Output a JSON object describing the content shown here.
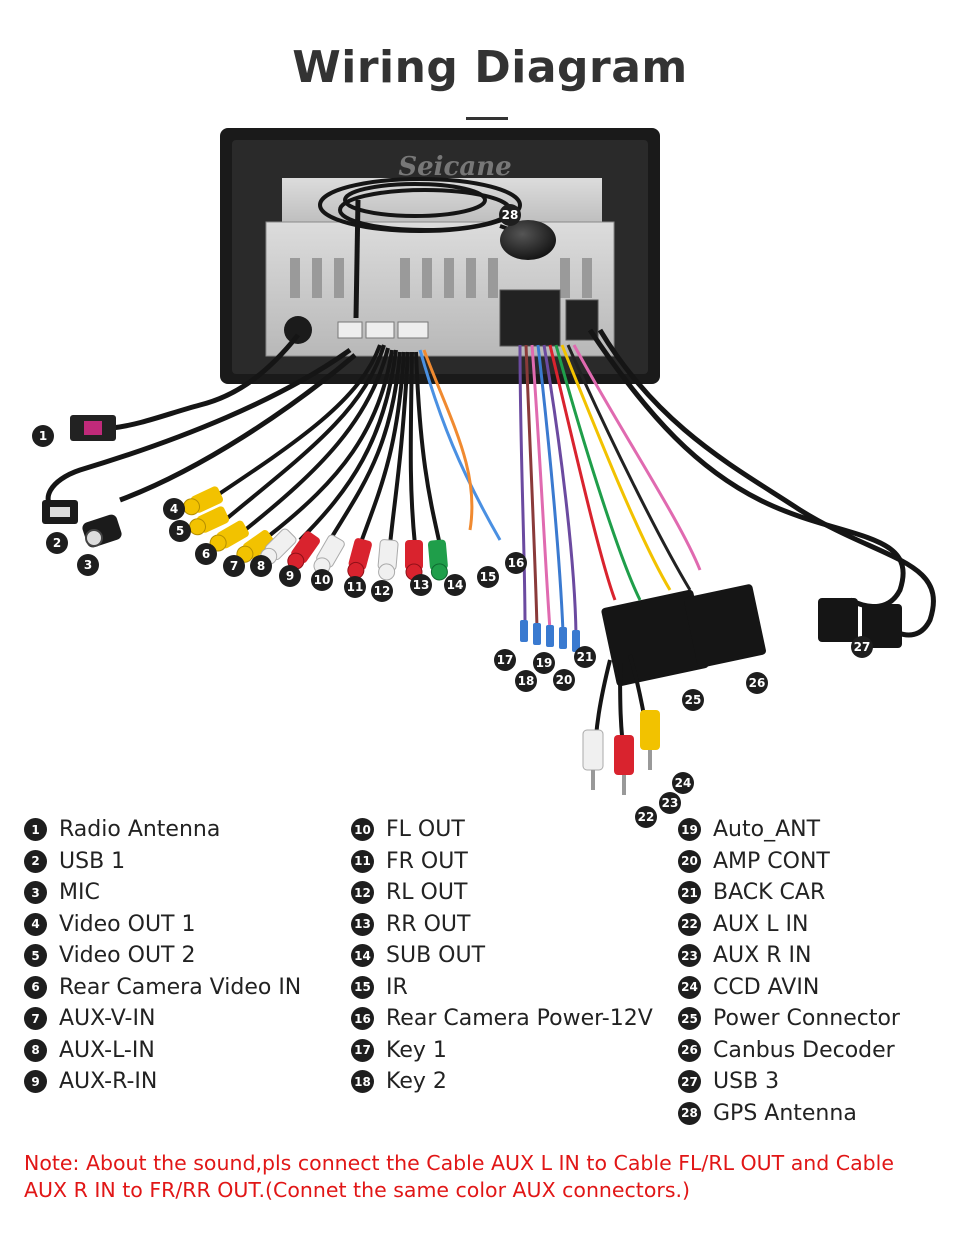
{
  "title": "Wiring Diagram",
  "brand_watermark": "Seicane",
  "legend": {
    "col1": [
      {
        "n": "1",
        "label": "Radio Antenna"
      },
      {
        "n": "2",
        "label": "USB 1"
      },
      {
        "n": "3",
        "label": "MIC"
      },
      {
        "n": "4",
        "label": "Video OUT 1"
      },
      {
        "n": "5",
        "label": "Video OUT 2"
      },
      {
        "n": "6",
        "label": "Rear Camera Video IN"
      },
      {
        "n": "7",
        "label": "AUX-V-IN"
      },
      {
        "n": "8",
        "label": "AUX-L-IN"
      },
      {
        "n": "9",
        "label": "AUX-R-IN"
      }
    ],
    "col2": [
      {
        "n": "10",
        "label": "FL OUT"
      },
      {
        "n": "11",
        "label": "FR OUT"
      },
      {
        "n": "12",
        "label": "RL OUT"
      },
      {
        "n": "13",
        "label": "RR OUT"
      },
      {
        "n": "14",
        "label": "SUB OUT"
      },
      {
        "n": "15",
        "label": "IR"
      },
      {
        "n": "16",
        "label": "Rear Camera Power-12V"
      },
      {
        "n": "17",
        "label": "Key 1"
      },
      {
        "n": "18",
        "label": "Key 2"
      }
    ],
    "col3": [
      {
        "n": "19",
        "label": "Auto_ANT"
      },
      {
        "n": "20",
        "label": "AMP CONT"
      },
      {
        "n": "21",
        "label": "BACK CAR"
      },
      {
        "n": "22",
        "label": "AUX L IN"
      },
      {
        "n": "23",
        "label": "AUX R IN"
      },
      {
        "n": "24",
        "label": "CCD AVIN"
      },
      {
        "n": "25",
        "label": "Power Connector"
      },
      {
        "n": "26",
        "label": "Canbus Decoder"
      },
      {
        "n": "27",
        "label": "USB 3"
      },
      {
        "n": "28",
        "label": "GPS Antenna"
      }
    ]
  },
  "note": {
    "line1": "Note: About the sound,pls connect the Cable AUX L IN to Cable FL/RL OUT and Cable",
    "line2": "AUX R IN to  FR/RR OUT.(Connet the same color AUX connectors.)"
  },
  "colors": {
    "marker": "#1e1e1e",
    "note": "#e11616",
    "rca_red": "#d9232e",
    "rca_yellow": "#f2c200",
    "rca_white": "#f0f0f0",
    "rca_green": "#1f9e4a"
  }
}
